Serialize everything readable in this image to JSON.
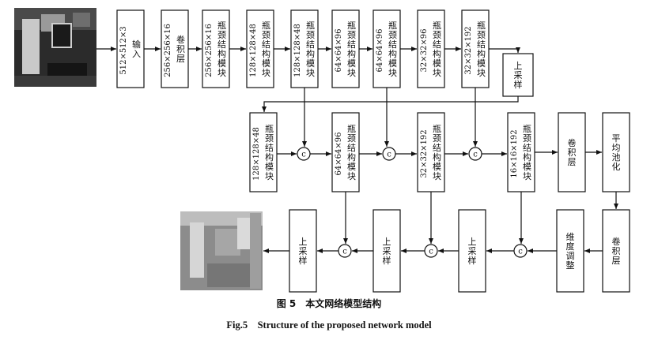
{
  "caption_cn": "图 5　本文网络模型结构",
  "caption_en": "Fig.5　Structure of the proposed network model",
  "connector_label": "c",
  "row1": [
    {
      "id": "input",
      "dim": "512×512×3",
      "label": "输入"
    },
    {
      "id": "conv1",
      "dim": "256×256×16",
      "label": "卷积层"
    },
    {
      "id": "bn1",
      "dim": "256×256×16",
      "label": "瓶颈结构模块"
    },
    {
      "id": "bn2",
      "dim": "128×128×48",
      "label": "瓶颈结构模块"
    },
    {
      "id": "bn3",
      "dim": "128×128×48",
      "label": "瓶颈结构模块"
    },
    {
      "id": "bn4",
      "dim": "64×64×96",
      "label": "瓶颈结构模块"
    },
    {
      "id": "bn5",
      "dim": "64×64×96",
      "label": "瓶颈结构模块"
    },
    {
      "id": "bn6",
      "dim": "32×32×96",
      "label": "瓶颈结构模块"
    },
    {
      "id": "bn7",
      "dim": "32×32×192",
      "label": "瓶颈结构模块"
    }
  ],
  "upsample_top": {
    "label": "上采样"
  },
  "row2": [
    {
      "id": "d1",
      "dim": "128×128×48",
      "label": "瓶颈结构模块"
    },
    {
      "id": "d2",
      "dim": "64×64×96",
      "label": "瓶颈结构模块"
    },
    {
      "id": "d3",
      "dim": "32×32×192",
      "label": "瓶颈结构模块"
    },
    {
      "id": "d4",
      "dim": "16×16×192",
      "label": "瓶颈结构模块"
    },
    {
      "id": "conv2",
      "dim": "",
      "label": "卷积层"
    },
    {
      "id": "pool",
      "dim": "",
      "label": "平均池化"
    }
  ],
  "row3": [
    {
      "id": "conv3",
      "label": "卷积层"
    },
    {
      "id": "dimadj",
      "label": "维度调整"
    },
    {
      "id": "up1",
      "label": "上采样"
    },
    {
      "id": "up2",
      "label": "上采样"
    },
    {
      "id": "up3",
      "label": "上采样"
    }
  ],
  "colors": {
    "stroke": "#111111",
    "background": "#ffffff",
    "photo_dark": "#2b2b2b",
    "depth_gray": "#8c8c8c"
  }
}
